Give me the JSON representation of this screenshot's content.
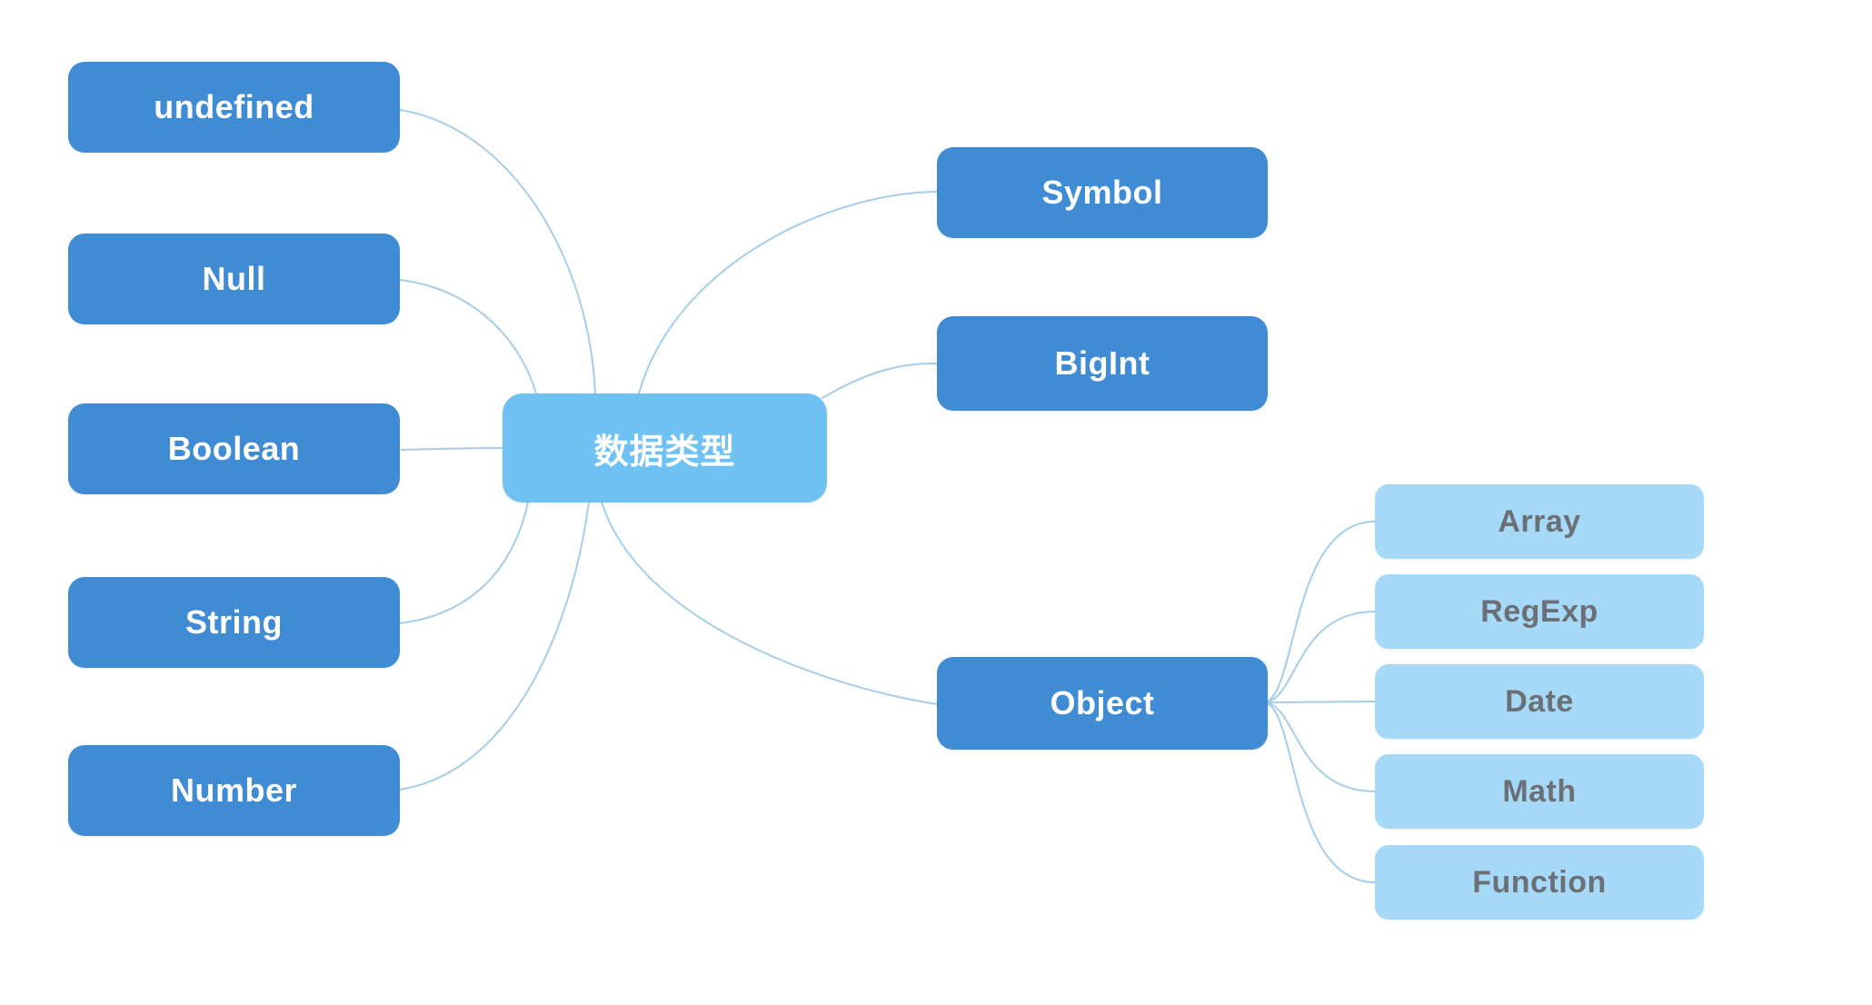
{
  "mindmap": {
    "root": {
      "id": "root",
      "label": "数据类型"
    },
    "nodes": [
      {
        "id": "undefined",
        "label": "undefined",
        "parent": "root"
      },
      {
        "id": "null",
        "label": "Null",
        "parent": "root"
      },
      {
        "id": "boolean",
        "label": "Boolean",
        "parent": "root"
      },
      {
        "id": "string",
        "label": "String",
        "parent": "root"
      },
      {
        "id": "number",
        "label": "Number",
        "parent": "root"
      },
      {
        "id": "symbol",
        "label": "Symbol",
        "parent": "root"
      },
      {
        "id": "bigint",
        "label": "BigInt",
        "parent": "root"
      },
      {
        "id": "object",
        "label": "Object",
        "parent": "root"
      },
      {
        "id": "array",
        "label": "Array",
        "parent": "object"
      },
      {
        "id": "regexp",
        "label": "RegExp",
        "parent": "object"
      },
      {
        "id": "date",
        "label": "Date",
        "parent": "object"
      },
      {
        "id": "math",
        "label": "Math",
        "parent": "object"
      },
      {
        "id": "function",
        "label": "Function",
        "parent": "object"
      }
    ],
    "colors": {
      "node_primary_fill": "#3f8cd5",
      "node_root_fill": "#6fc1f4",
      "node_leaf_fill": "#a6d9f7",
      "text_on_blue": "#ffffff",
      "text_on_leaf": "#6b7076",
      "edge_stroke": "#a5cdea"
    }
  }
}
